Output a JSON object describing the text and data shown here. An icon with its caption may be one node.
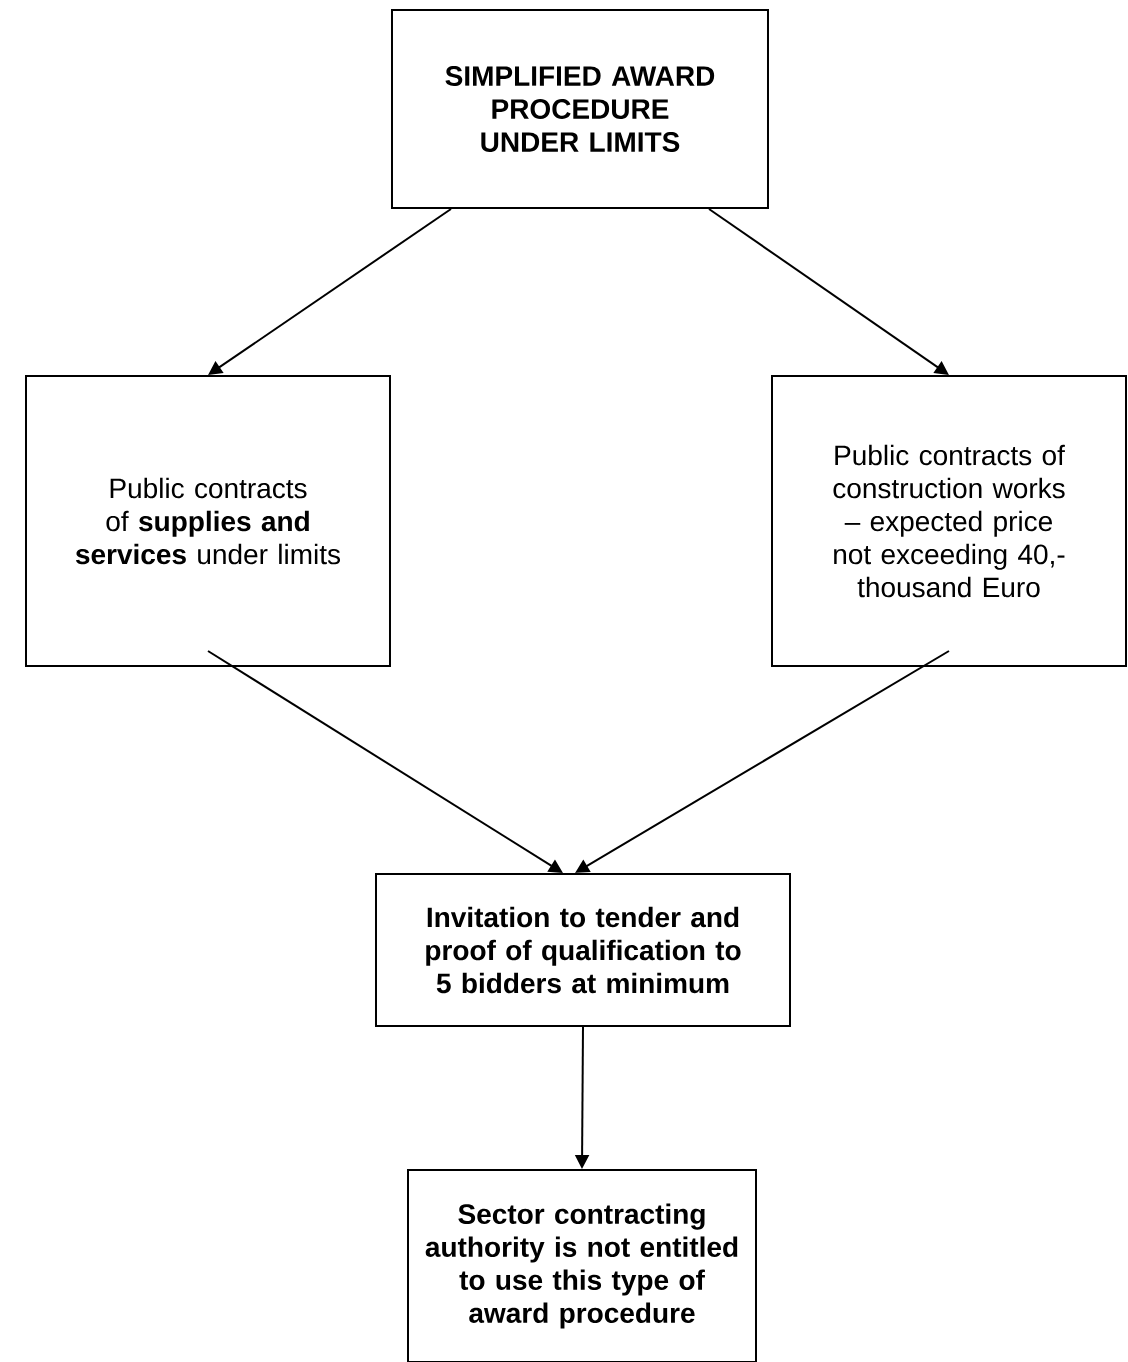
{
  "diagram": {
    "nodes": [
      {
        "text": [
          "SIMPLIFIED AWARD PROCEDURE UNDER LIMITS"
        ]
      },
      {
        "text": [
          "Public contracts of **supplies and services** under limits"
        ]
      },
      {
        "text": [
          "Public contracts of construction works – expected price not exceeding 40,- thousand Euro"
        ]
      },
      {
        "text": [
          "Invitation to tender and proof of qualification to 5 bidders at minimum"
        ]
      },
      {
        "text": [
          "Sector contracting authority is not entitled to use this type of award procedure"
        ]
      }
    ],
    "edges": [
      {
        "from": 0,
        "to": 1,
        "arrow": "to"
      },
      {
        "from": 0,
        "to": 2,
        "arrow": "to"
      },
      {
        "from": 1,
        "to": 3,
        "arrow": "to"
      },
      {
        "from": 2,
        "to": 3,
        "arrow": "to"
      },
      {
        "from": 3,
        "to": 4,
        "arrow": "to"
      }
    ]
  }
}
